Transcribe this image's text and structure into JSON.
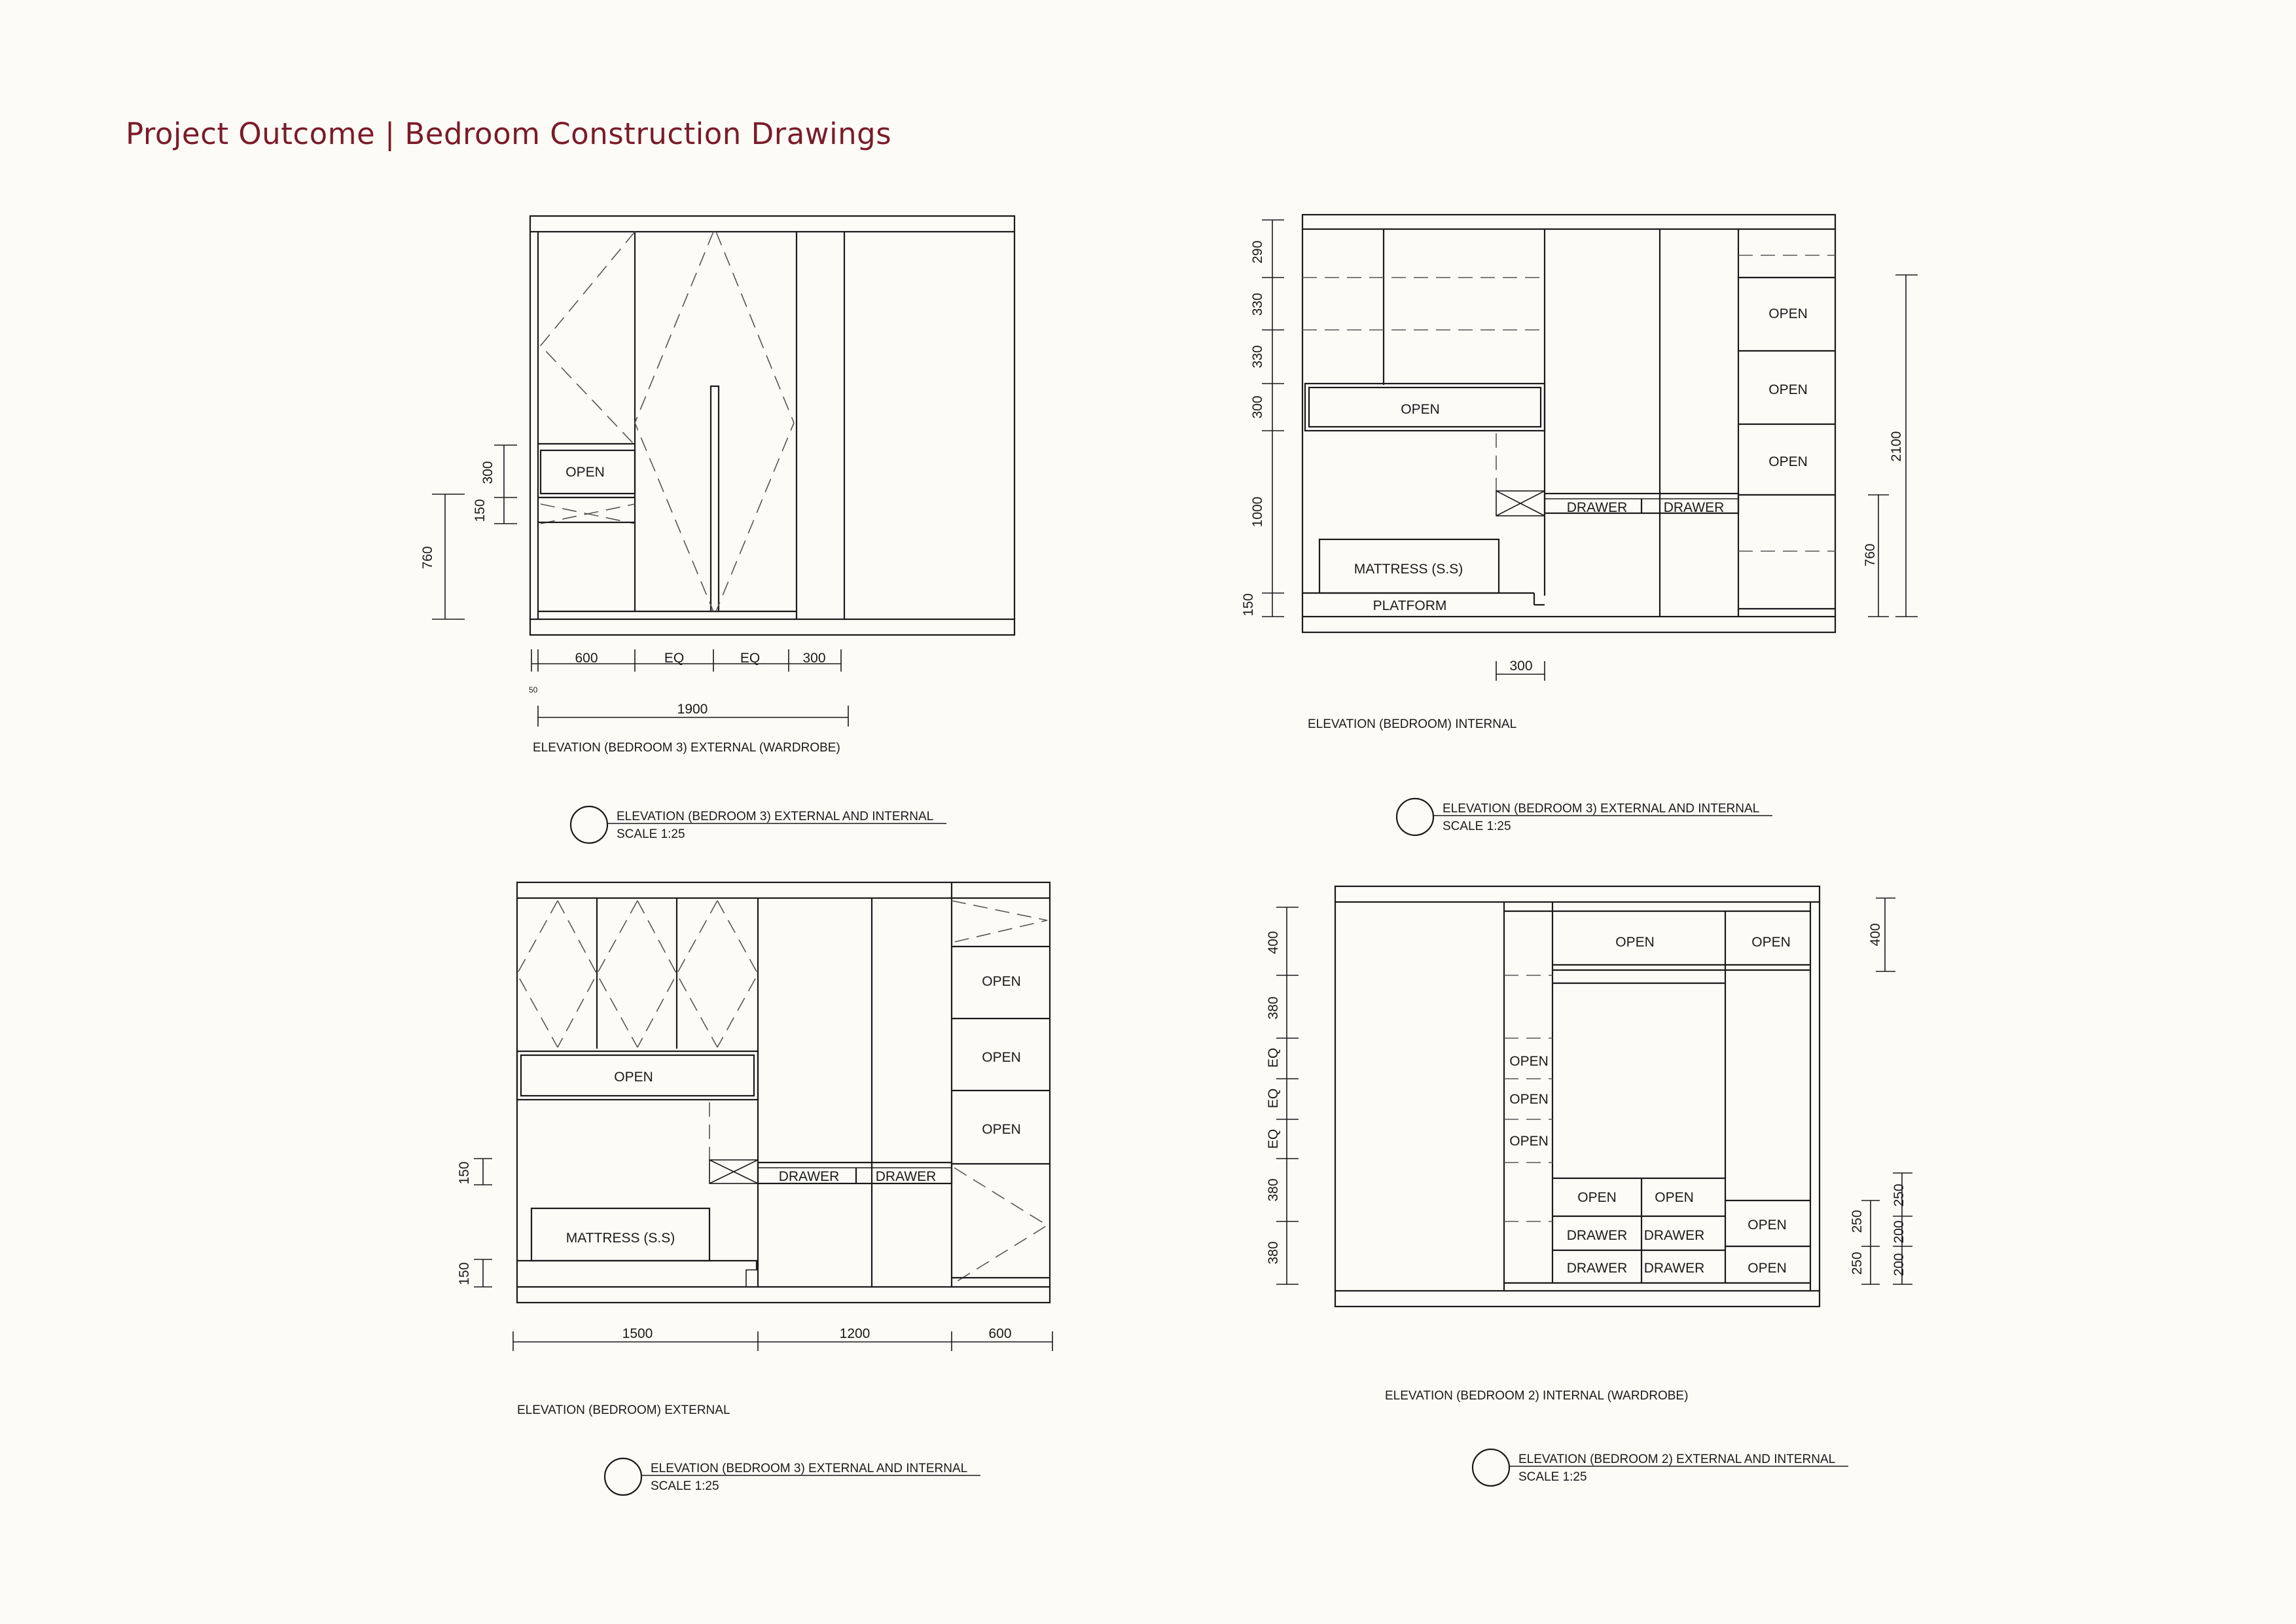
{
  "page": {
    "title": "Project Outcome | Bedroom Construction Drawings"
  },
  "colors": {
    "title": "#7a1b2a",
    "line": "#1a1a1a",
    "background": "#fdfbf6"
  },
  "e1": {
    "open": "OPEN",
    "d300": "300",
    "d150": "150",
    "d760": "760",
    "d600": "600",
    "eqA": "EQ",
    "eqB": "EQ",
    "d300b": "300",
    "d50": "50",
    "d1900": "1900",
    "caption": "ELEVATION (BEDROOM 3) EXTERNAL (WARDROBE)"
  },
  "e2": {
    "open_wide": "OPEN",
    "open1": "OPEN",
    "open2": "OPEN",
    "open3": "OPEN",
    "drawer1": "DRAWER",
    "drawer2": "DRAWER",
    "mattress": "MATTRESS (S.S)",
    "platform": "PLATFORM",
    "d290": "290",
    "d330a": "330",
    "d330b": "330",
    "d300": "300",
    "d1000": "1000",
    "d150": "150",
    "d2100": "2100",
    "d760": "760",
    "d300b": "300",
    "caption": "ELEVATION (BEDROOM) INTERNAL"
  },
  "e3": {
    "open_wide": "OPEN",
    "open1": "OPEN",
    "open2": "OPEN",
    "open3": "OPEN",
    "drawer1": "DRAWER",
    "drawer2": "DRAWER",
    "mattress": "MATTRESS (S.S)",
    "d150a": "150",
    "d150b": "150",
    "d1500": "1500",
    "d1200": "1200",
    "d600": "600",
    "caption": "ELEVATION (BEDROOM) EXTERNAL"
  },
  "e4": {
    "open_top1": "OPEN",
    "open_top2": "OPEN",
    "open_l1": "OPEN",
    "open_l2": "OPEN",
    "open_l3": "OPEN",
    "open_m1": "OPEN",
    "open_m2": "OPEN",
    "drawer1": "DRAWER",
    "drawer2": "DRAWER",
    "drawer3": "DRAWER",
    "drawer4": "DRAWER",
    "open_r1": "OPEN",
    "open_r2": "OPEN",
    "d400": "400",
    "d380a": "380",
    "eq1": "EQ",
    "eq2": "EQ",
    "eq3": "EQ",
    "d380b": "380",
    "d380c": "380",
    "d400r": "400",
    "d250a": "250",
    "d250b": "250",
    "d250c": "250",
    "d200a": "200",
    "d200b": "200",
    "caption": "ELEVATION (BEDROOM 2) INTERNAL (WARDROBE)"
  },
  "tags": [
    {
      "title": "ELEVATION (BEDROOM 3) EXTERNAL AND INTERNAL",
      "scale": "SCALE 1:25"
    },
    {
      "title": "ELEVATION (BEDROOM 3) EXTERNAL AND INTERNAL",
      "scale": "SCALE 1:25"
    },
    {
      "title": "ELEVATION (BEDROOM 3) EXTERNAL AND INTERNAL",
      "scale": "SCALE 1:25"
    },
    {
      "title": "ELEVATION (BEDROOM 2) EXTERNAL AND INTERNAL",
      "scale": "SCALE 1:25"
    }
  ]
}
